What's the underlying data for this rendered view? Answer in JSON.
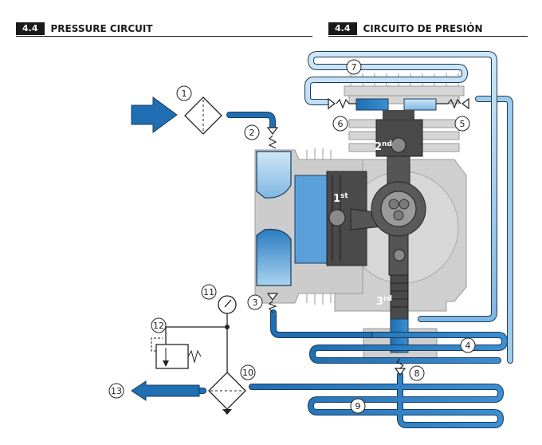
{
  "header_left": {
    "number": "4.4",
    "title": "PRESSURE CIRCUIT"
  },
  "header_right": {
    "number": "4.4",
    "title": "CIRCUITO DE PRESIÓN"
  },
  "stages": [
    {
      "base": "1",
      "sup": "st"
    },
    {
      "base": "2",
      "sup": "nd"
    },
    {
      "base": "3",
      "sup": "rd"
    }
  ],
  "callouts": [
    "1",
    "2",
    "3",
    "4",
    "5",
    "6",
    "7",
    "8",
    "9",
    "10",
    "11",
    "12",
    "13"
  ],
  "colors": {
    "pipe_dark": "#1f6fb2",
    "pipe_light": "#9fcbec",
    "pipe_outline": "#1a3b5c",
    "body_grey": "#c8c8c8",
    "piston_dark": "#4a4a4a"
  }
}
